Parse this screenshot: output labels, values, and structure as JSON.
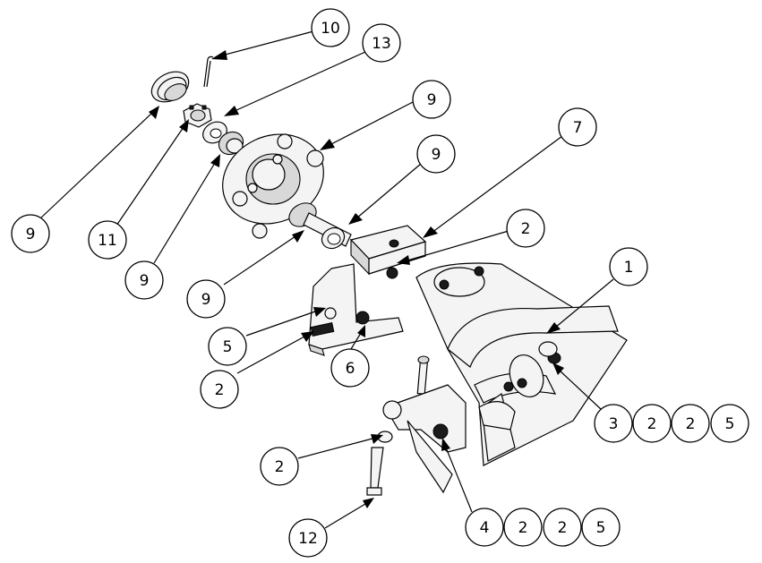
{
  "balloons": [
    {
      "id": "b10",
      "label": "10"
    },
    {
      "id": "b13",
      "label": "13"
    },
    {
      "id": "b9a",
      "label": "9"
    },
    {
      "id": "b7",
      "label": "7"
    },
    {
      "id": "b9b",
      "label": "9"
    },
    {
      "id": "b2a",
      "label": "2"
    },
    {
      "id": "b1",
      "label": "1"
    },
    {
      "id": "b9c",
      "label": "9"
    },
    {
      "id": "b11",
      "label": "11"
    },
    {
      "id": "b9d",
      "label": "9"
    },
    {
      "id": "b9e",
      "label": "9"
    },
    {
      "id": "b5",
      "label": "5"
    },
    {
      "id": "b2b",
      "label": "2"
    },
    {
      "id": "b6",
      "label": "6"
    },
    {
      "id": "b3",
      "label": "3"
    },
    {
      "id": "b3_2a",
      "label": "2"
    },
    {
      "id": "b3_2b",
      "label": "2"
    },
    {
      "id": "b3_5",
      "label": "5"
    },
    {
      "id": "b2c",
      "label": "2"
    },
    {
      "id": "b4",
      "label": "4"
    },
    {
      "id": "b4_2a",
      "label": "2"
    },
    {
      "id": "b4_2b",
      "label": "2"
    },
    {
      "id": "b4_5",
      "label": "5"
    },
    {
      "id": "b12",
      "label": "12"
    }
  ]
}
